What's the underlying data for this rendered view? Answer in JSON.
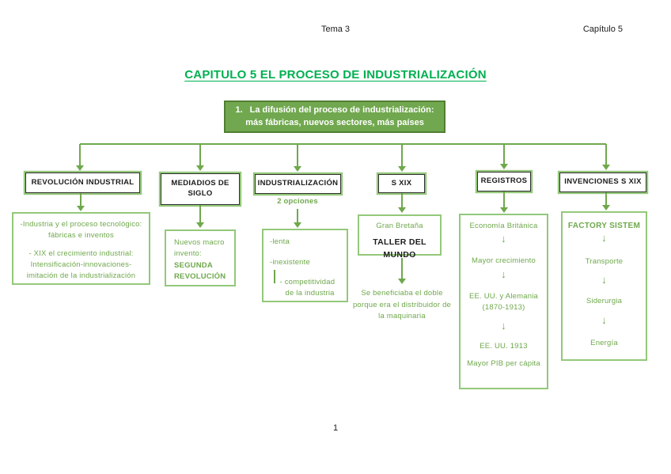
{
  "header": {
    "center": "Tema 3",
    "right": "Capítulo 5"
  },
  "title": "CAPITULO 5 EL PROCESO DE INDUSTRIALIZACIÓN",
  "root": {
    "number": "1.",
    "line1": "La difusión del proceso de industrialización:",
    "line2": "más fábricas, nuevos sectores, más países"
  },
  "columns": [
    {
      "header": "REVOLUCIÓN INDUSTRIAL",
      "body_p1": "-Industria y el proceso tecnológico: fábricas e inventos",
      "body_p2": "- XIX el crecimiento industrial: Intensificación-innovaciones-imitación de la industrialización"
    },
    {
      "header": "MEDIADIOS DE SIGLO",
      "body_intro": "Nuevos macro invento:",
      "body_bold": "SEGUNDA REVOLUCIÓN"
    },
    {
      "header": "INDUSTRIALIZACIÓN",
      "note": "2 opciones",
      "item1": "-lenta",
      "item2": "-inexistente",
      "subitem_line1": "- competitividad",
      "subitem_line2": "de la industria"
    },
    {
      "header": "S XIX",
      "box_top": "Gran Bretaña",
      "box_bold": "TALLER DEL MUNDO",
      "note": "Se beneficiaba el doble porque era el distribuidor de la maquinaria"
    },
    {
      "header": "REGISTROS",
      "steps": [
        "Economía Británica",
        "Mayor crecimiento",
        "EE. UU. y Alemania (1870-1913)",
        "EE. UU. 1913"
      ],
      "footer": "Mayor PIB per cápita"
    },
    {
      "header": "INVENCIONES S XIX",
      "steps": [
        "FACTORY SISTEM",
        "Transporte",
        "Siderurgia",
        "Energía"
      ]
    }
  ],
  "icons": {
    "down_arrow": "↓"
  },
  "page_number": "1",
  "colors": {
    "title_green": "#00b050",
    "accent_green": "#6fa84c",
    "fill_green": "#71a84f",
    "border_dark_green": "#507e32",
    "light_green_border": "#93c87a"
  }
}
